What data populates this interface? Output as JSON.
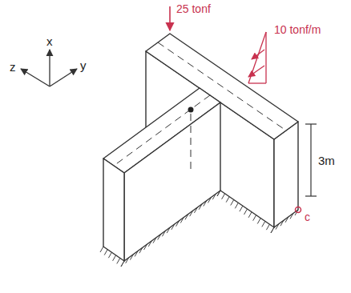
{
  "diagram": {
    "labels": [
      "25 tonf",
      "10 tonf/m",
      "x",
      "z",
      "y",
      "3m",
      "c"
    ]
  }
}
